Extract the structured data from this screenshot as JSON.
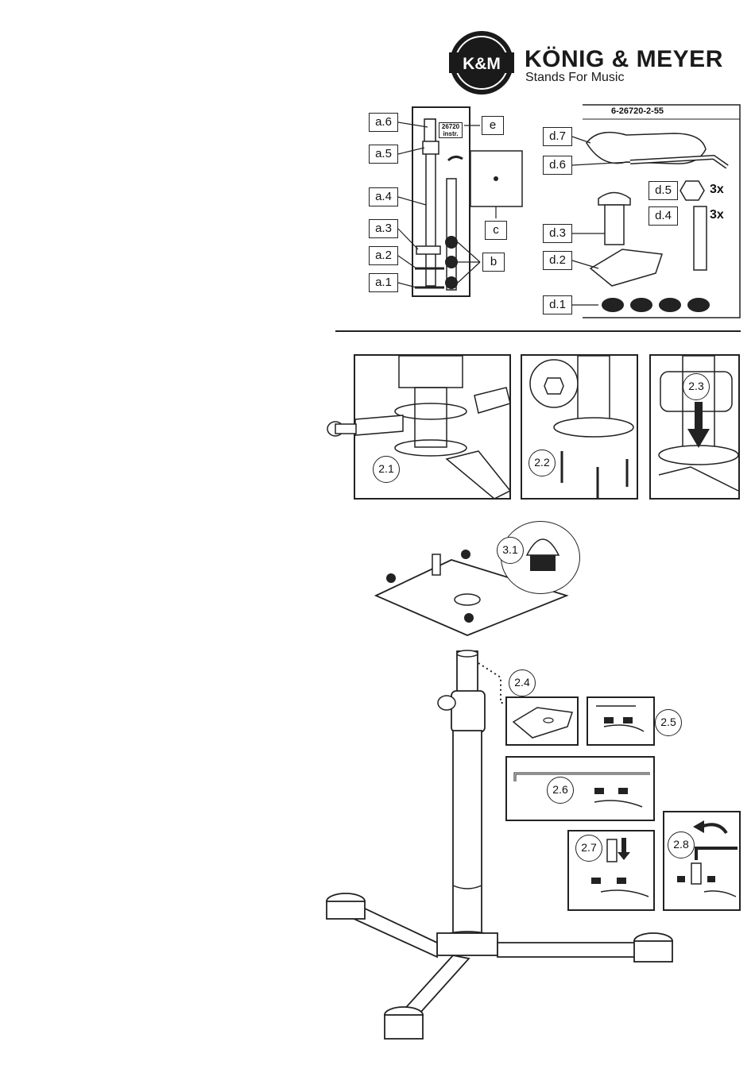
{
  "header": {
    "logo_text": "K&M",
    "brand_name": "KÖNIG & MEYER",
    "tagline": "Stands For Music"
  },
  "parts": {
    "a_labels": [
      "a.6",
      "a.5",
      "a.4",
      "a.3",
      "a.2",
      "a.1"
    ],
    "b_label": "b",
    "c_label": "c",
    "e_label": "e",
    "box_code": "26720 instr.",
    "kit_code": "6-26720-2-55",
    "d_labels": [
      "d.7",
      "d.6",
      "d.5",
      "d.4",
      "d.3",
      "d.2",
      "d.1"
    ],
    "d5_qty": "3x",
    "d4_qty": "3x"
  },
  "steps": {
    "s2_1": "2.1",
    "s2_2": "2.2",
    "s2_3": "2.3",
    "s2_4": "2.4",
    "s2_5": "2.5",
    "s2_6": "2.6",
    "s2_7": "2.7",
    "s2_8": "2.8",
    "s3_1": "3.1"
  },
  "icons": {
    "logo": "km-circle-logo",
    "arrow": "down-arrow-icon",
    "rotate": "rotate-arrow-icon"
  }
}
